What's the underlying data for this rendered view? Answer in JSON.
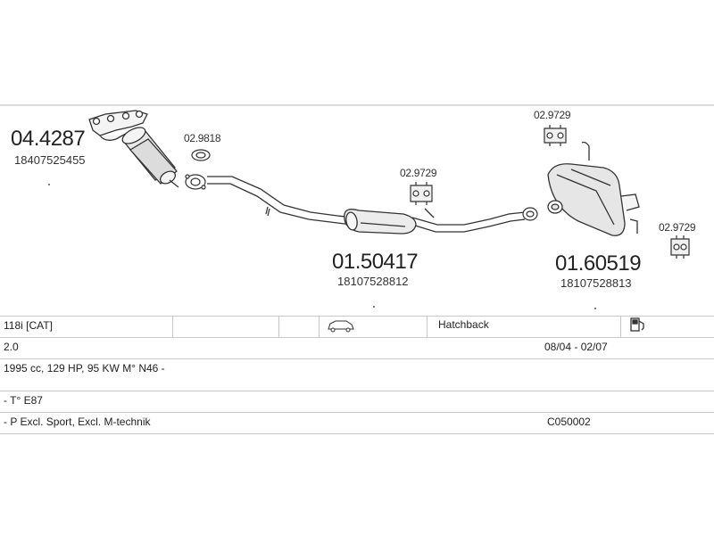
{
  "parts": {
    "catalyst": {
      "code": "04.4287",
      "ref": "18407525455"
    },
    "catalyst_gasket": {
      "code": "02.9818"
    },
    "middle_muffler": {
      "code": "01.50417",
      "ref": "18107528812"
    },
    "middle_mount": {
      "code": "02.9729"
    },
    "rear_mount_top": {
      "code": "02.9729"
    },
    "rear_muffler": {
      "code": "01.60519",
      "ref": "18107528813"
    },
    "rear_mount_right": {
      "code": "02.9729"
    }
  },
  "table": {
    "row1": {
      "model": "118i  [CAT]",
      "body": "Hatchback"
    },
    "row2": {
      "capacity": "2.0",
      "years": "08/04 - 02/07"
    },
    "row3": {
      "engine": "1995 cc, 129 HP, 95 KW M° N46 -"
    },
    "row4": {
      "type": "- T° E87"
    },
    "row5": {
      "notes": "- P Excl. Sport, Excl. M-technik",
      "code": "C050002"
    }
  },
  "icons": {
    "car": "car-side-icon",
    "fuel": "fuel-pump-icon"
  }
}
